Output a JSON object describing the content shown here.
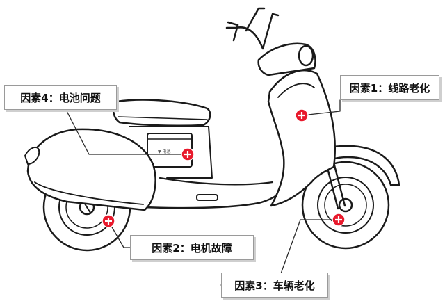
{
  "labels": {
    "factor1": "因素1：线路老化",
    "factor2": "因素2：电机故障",
    "factor3": "因素3：车辆老化",
    "factor4": "因素4：电池问题"
  },
  "colors": {
    "marker": "#e8192c",
    "outline": "#1a1a1a",
    "body_fill": "#ffffff",
    "shadow": "#cfcfcf"
  },
  "icons": {
    "marker": "plus-marker-icon"
  }
}
